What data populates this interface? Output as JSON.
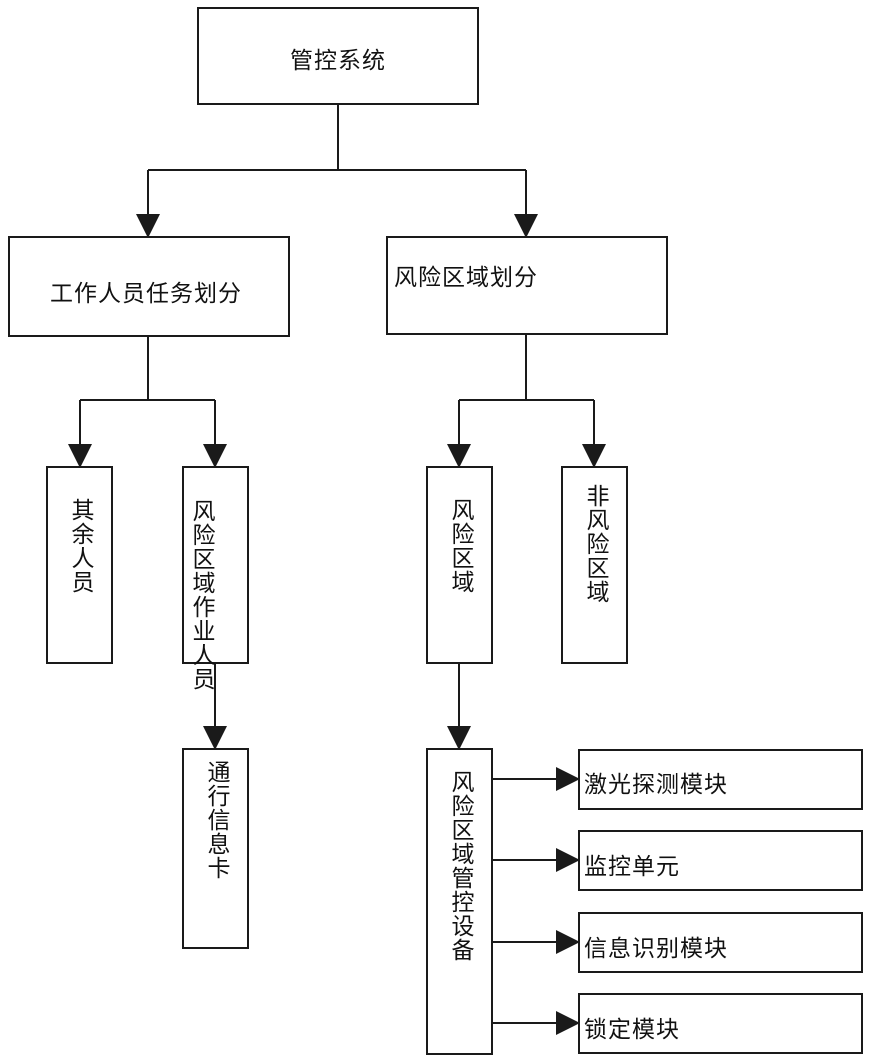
{
  "colors": {
    "stroke": "#1a1a1a",
    "background": "#ffffff",
    "text": "#111111"
  },
  "nodes": {
    "root": "管控系统",
    "task_division": "工作人员任务划分",
    "risk_division": "风险区域划分",
    "other_personnel": "其余人员",
    "risk_workers": "风险区域作业人员",
    "risk_area": "风险区域",
    "non_risk_area": "非风险区域",
    "pass_card": "通行信息卡",
    "control_device": "风险区域管控设备",
    "laser_module": "激光探测模块",
    "monitor_unit": "监控单元",
    "info_module": "信息识别模块",
    "lock_module": "锁定模块"
  },
  "edges": [
    [
      "root",
      "task_division"
    ],
    [
      "root",
      "risk_division"
    ],
    [
      "task_division",
      "other_personnel"
    ],
    [
      "task_division",
      "risk_workers"
    ],
    [
      "risk_workers",
      "pass_card"
    ],
    [
      "risk_division",
      "risk_area"
    ],
    [
      "risk_division",
      "non_risk_area"
    ],
    [
      "risk_area",
      "control_device"
    ],
    [
      "control_device",
      "laser_module"
    ],
    [
      "control_device",
      "monitor_unit"
    ],
    [
      "control_device",
      "info_module"
    ],
    [
      "control_device",
      "lock_module"
    ]
  ]
}
